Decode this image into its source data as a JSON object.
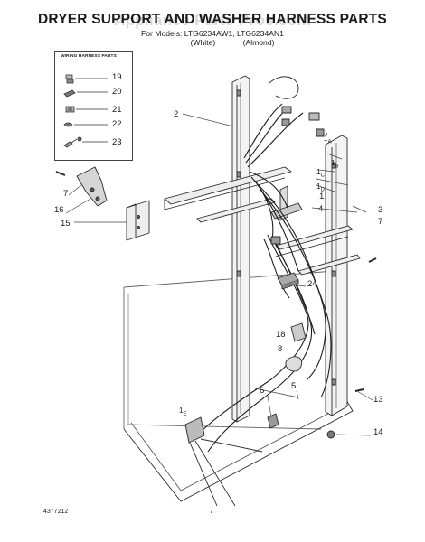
{
  "header": {
    "title": "DRYER SUPPORT AND WASHER HARNESS PARTS",
    "models_line": "For Models: LTG6234AW1, LTG6234AN1",
    "color_white": "(White)",
    "color_almond": "(Almond)",
    "watermark": "Appliance Parts Pros.com"
  },
  "legend": {
    "title": "WIRING HARNESS PARTS",
    "items": [
      "19",
      "20",
      "21",
      "22",
      "23"
    ]
  },
  "callouts": {
    "c2": "2",
    "c1a": "1",
    "c1a_sub": "A",
    "c1b": "1",
    "c1b_sub": "B",
    "c1c": "1",
    "c1c_sub": "C",
    "c1d": "1",
    "c1d_sub": "D",
    "c1": "1",
    "c4": "4",
    "c3": "3",
    "c7r": "7",
    "c24": "24",
    "c7l": "7",
    "c16": "16",
    "c15": "15",
    "c18": "18",
    "c8": "8",
    "c5": "5",
    "c6": "6",
    "c13": "13",
    "c14": "14",
    "c1e": "1",
    "c1e_sub": "E"
  },
  "footer": {
    "doc_number": "4377212",
    "page_number": "7"
  }
}
